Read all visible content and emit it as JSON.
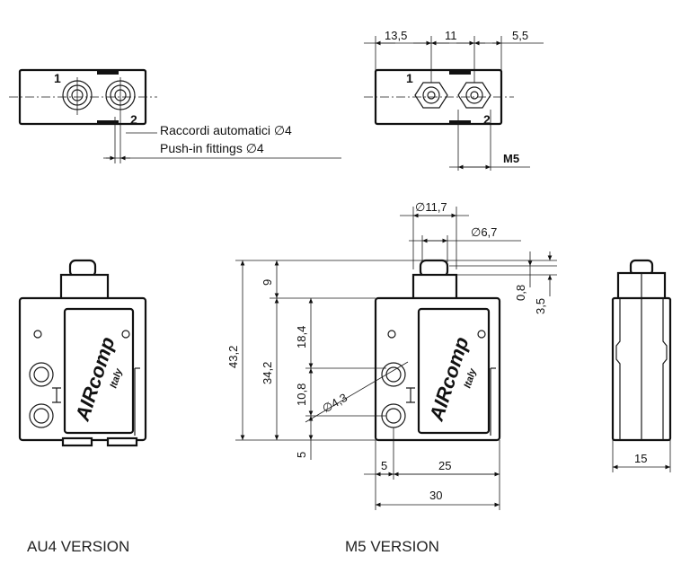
{
  "top_left": {
    "port1": "1",
    "port2": "2",
    "note_it": "Raccordi automatici ∅4",
    "note_en": "Push-in fittings ∅4"
  },
  "top_right": {
    "port1": "1",
    "port2": "2",
    "dim_a": "13,5",
    "dim_b": "11",
    "dim_c": "5,5",
    "thread": "M5"
  },
  "logo": {
    "brand": "AIRcomp",
    "sub": "Italy"
  },
  "side_dims": {
    "d_outer": "∅11,7",
    "d_inner": "∅6,7",
    "h_top": "9",
    "h_total": "43,2",
    "h_body": "34,2",
    "h_upper": "18,4",
    "h_lower": "10,8",
    "h_bottom": "5",
    "hole": "∅4,3",
    "gap_a": "0,8",
    "gap_b": "3,5",
    "w_left": "5",
    "w_mid": "25",
    "w_total": "30",
    "w_side": "15"
  },
  "captions": {
    "au4": "AU4 VERSION",
    "m5": "M5 VERSION"
  }
}
